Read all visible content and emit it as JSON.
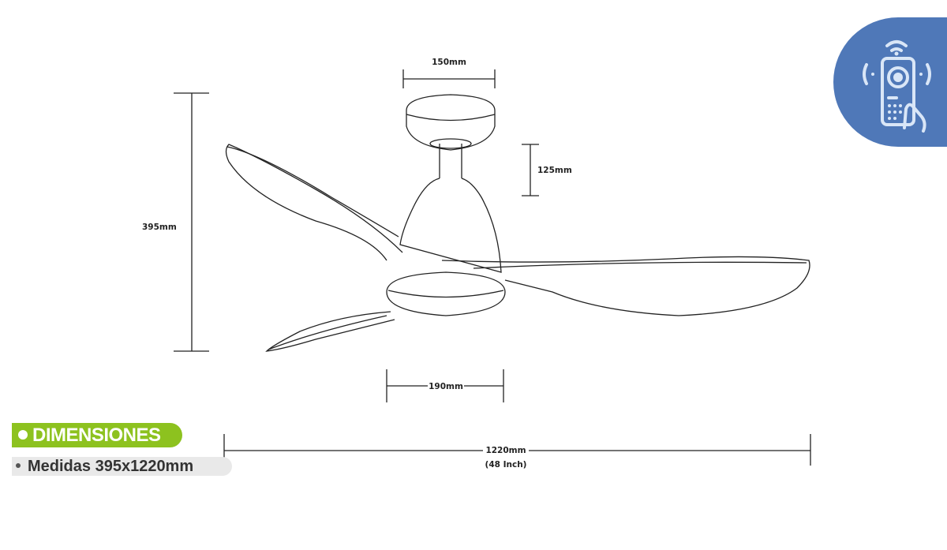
{
  "badge": {
    "title": "DIMENSIONES",
    "color": "#8dc21f"
  },
  "specs": {
    "measures": "Medidas 395x1220mm"
  },
  "dimensions": {
    "canopy_width": "150mm",
    "downrod_height": "125mm",
    "total_height": "395mm",
    "light_width": "190mm",
    "diameter": "1220mm",
    "diameter_inch": "(48 Inch)"
  },
  "icons": {
    "remote": "remote-control-icon",
    "remote_bg": "#4f78b8"
  }
}
